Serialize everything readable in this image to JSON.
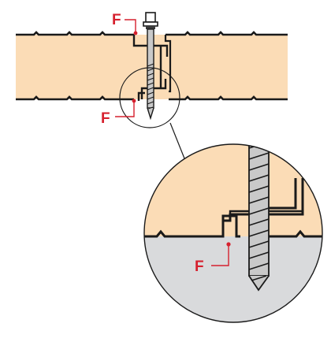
{
  "labels": {
    "fastener_top": "F",
    "fastener_bottom": "F",
    "fastener_detail": "F"
  },
  "colors": {
    "panel_core": "#fbdcb6",
    "lower_substrate": "#d9dadc",
    "outline": "#1a1a1a",
    "callout_red": "#d6202e",
    "screw_shaft": "#c9c9c9",
    "white": "#ffffff"
  },
  "icons": {
    "fastener": "self-drilling-screw-with-washer",
    "detail_view": "magnified-circle"
  }
}
